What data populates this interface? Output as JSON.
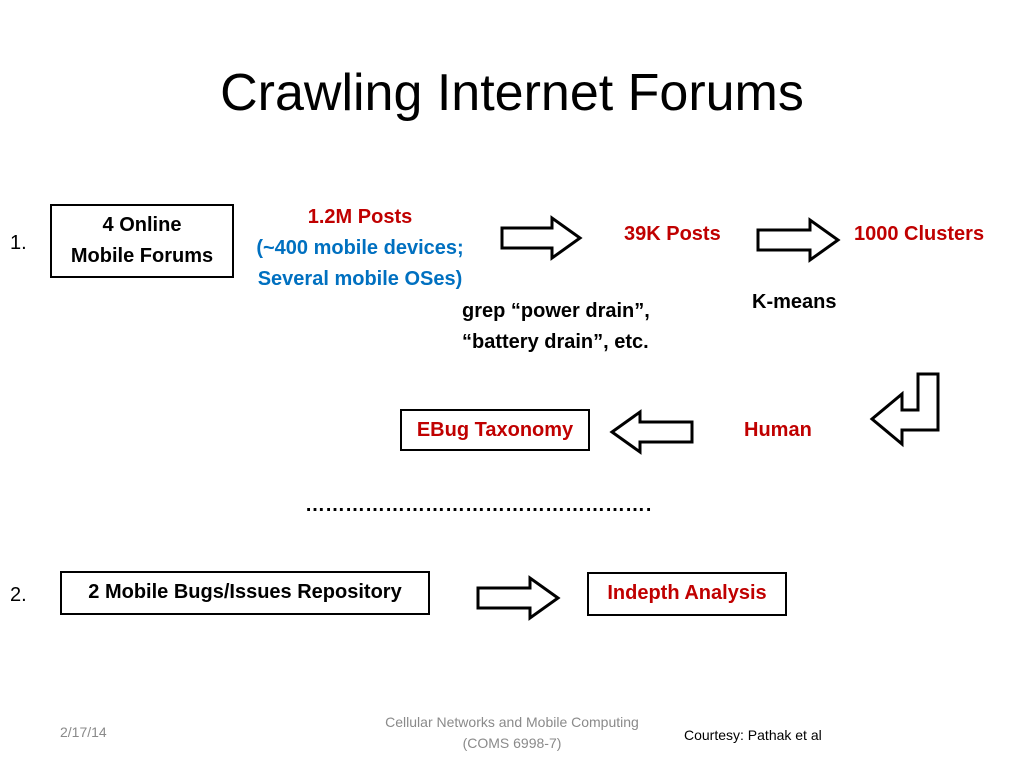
{
  "slide": {
    "title": "Crawling Internet Forums",
    "row1": {
      "number": "1.",
      "source_box": [
        "4 Online",
        "Mobile Forums"
      ],
      "posts_total": "1.2M Posts",
      "posts_detail": [
        "(~400 mobile devices;",
        "Several mobile OSes)"
      ],
      "filter_step": [
        "grep “power drain”,",
        "“battery drain”, etc."
      ],
      "filtered_posts": "39K Posts",
      "cluster_step": "K-means",
      "clusters": "1000 Clusters",
      "human_step": "Human",
      "taxonomy_box": "EBug Taxonomy"
    },
    "separator": "…………………………………………………",
    "row2": {
      "number": "2.",
      "repo_box": "2 Mobile Bugs/Issues Repository",
      "analysis_box": "Indepth Analysis"
    },
    "footer": {
      "date": "2/17/14",
      "course": [
        "Cellular Networks and Mobile Computing",
        "(COMS 6998-7)"
      ],
      "courtesy": "Courtesy: Pathak et al"
    }
  },
  "colors": {
    "red": "#c00000",
    "blue": "#0070c0",
    "footer_gray": "#8a8a8a"
  }
}
